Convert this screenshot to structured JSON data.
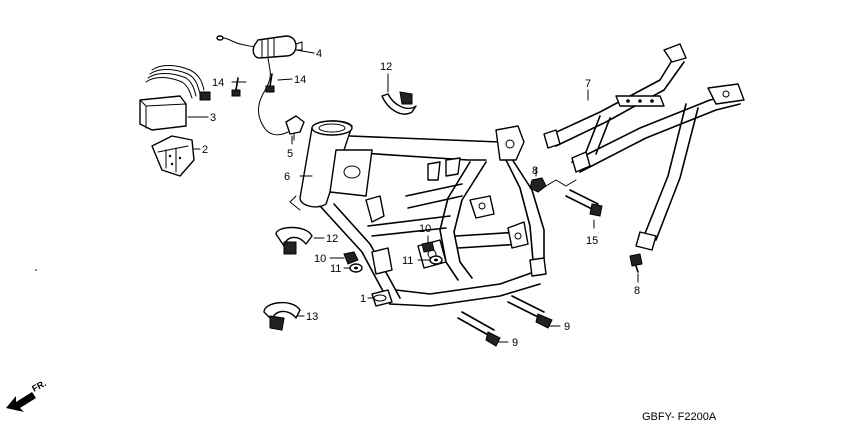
{
  "diagram": {
    "code": "GBFY- F2200A",
    "front_marker": "FR.",
    "callouts": {
      "c1": "1",
      "c2": "2",
      "c3": "3",
      "c4": "4",
      "c5": "5",
      "c6": "6",
      "c7": "7",
      "c8a": "8",
      "c8b": "8",
      "c9a": "9",
      "c9b": "9",
      "c10a": "10",
      "c10b": "10",
      "c11a": "11",
      "c11b": "11",
      "c12a": "12",
      "c12b": "12",
      "c13": "13",
      "c14a": "14",
      "c14b": "14",
      "c15": "15"
    }
  }
}
